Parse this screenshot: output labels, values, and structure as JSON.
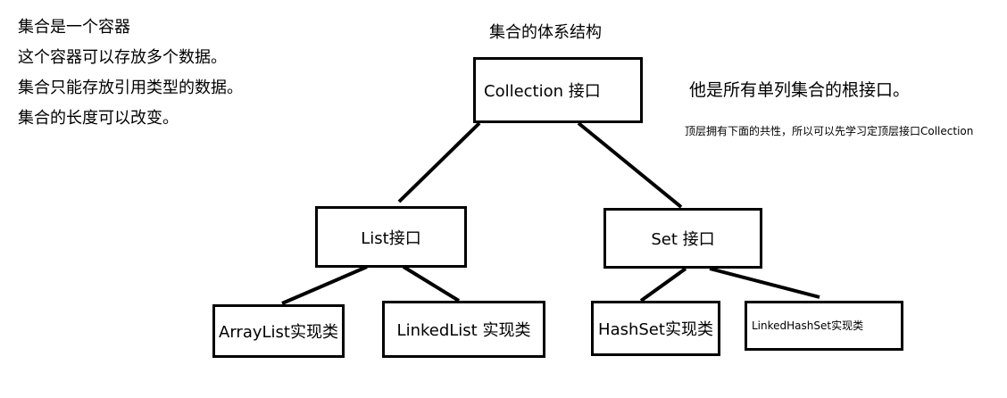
{
  "intro_lines": [
    "集合是一个容器",
    "这个容器可以存放多个数据。",
    "集合只能存放引用类型的数据。",
    "集合的长度可以改变。"
  ],
  "title": "集合的体系结构",
  "nodes": {
    "collection": "Collection 接口",
    "list": "List接口",
    "set": "Set 接口",
    "arraylist": "ArrayList实现类",
    "linkedlist": "LinkedList 实现类",
    "hashset": "HashSet实现类",
    "linkedhashset": "LinkedHashSet实现类"
  },
  "annotations": {
    "root_description": "他是所有单列集合的根接口。",
    "top_level_hint": "顶层拥有下面的共性，所以可以先学习定顶层接口Collection"
  },
  "colors": {
    "line": "#000000",
    "background": "#ffffff"
  }
}
